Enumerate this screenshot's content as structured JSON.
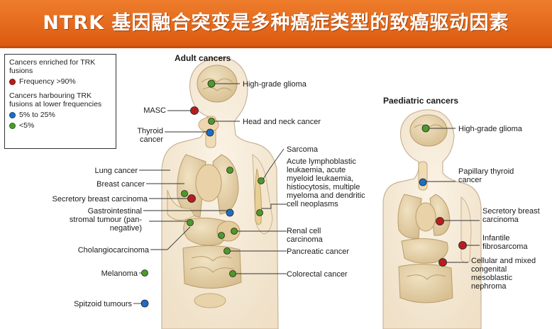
{
  "title": "NTRK 基因融合突变是多种癌症类型的致癌驱动因素",
  "colors": {
    "red": "#b81d1d",
    "blue": "#1c6ec2",
    "green": "#4c9a2a",
    "banner": "#e06a1c"
  },
  "legend": {
    "enriched_heading": "Cancers enriched for TRK fusions",
    "enriched_item": "Frequency >90%",
    "lower_heading": "Cancers harbouring TRK fusions at lower frequencies",
    "blue_item": "5% to 25%",
    "green_item": "<5%"
  },
  "adult": {
    "heading": "Adult cancers",
    "labels": {
      "high_grade_glioma": "High-grade glioma",
      "masc": "MASC",
      "head_neck": "Head and neck cancer",
      "thyroid": "Thyroid cancer",
      "sarcoma": "Sarcoma",
      "lung": "Lung cancer",
      "leukaemia": "Acute lymphoblastic leukaemia, acute myeloid leukaemia, histiocytosis, multiple myeloma and dendritic cell neoplasms",
      "breast": "Breast cancer",
      "secretory_breast": "Secretory breast carcinoma",
      "gist": "Gastrointestinal stromal tumour (pan-negative)",
      "renal": "Renal cell carcinoma",
      "cholangio": "Cholangiocarcinoma",
      "pancreatic": "Pancreatic cancer",
      "melanoma": "Melanoma",
      "colorectal": "Colorectal cancer",
      "spitzoid": "Spitzoid tumours"
    }
  },
  "paediatric": {
    "heading": "Paediatric cancers",
    "labels": {
      "high_grade_glioma": "High-grade glioma",
      "papillary_thyroid": "Papillary thyroid cancer",
      "secretory_breast": "Secretory breast carcinoma",
      "infantile_fibro": "Infantile fibrosarcoma",
      "mesoblastic": "Cellular and mixed congenital mesoblastic nephroma"
    }
  }
}
